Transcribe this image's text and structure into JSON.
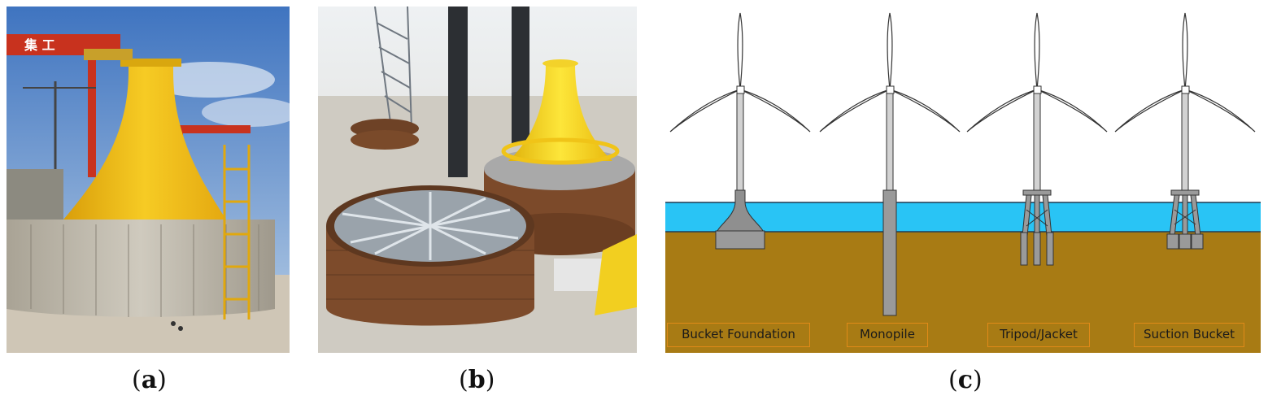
{
  "figure": {
    "captions": {
      "a": {
        "open": "(",
        "letter": "a",
        "close": ")"
      },
      "b": {
        "open": "(",
        "letter": "b",
        "close": ")"
      },
      "c": {
        "open": "(",
        "letter": "c",
        "close": ")"
      }
    },
    "photo_a": {
      "crane_sign": "集 工"
    },
    "diagram_c": {
      "labels": [
        "Bucket Foundation",
        "Monopile",
        "Tripod/Jacket",
        "Suction Bucket"
      ]
    }
  },
  "colors": {
    "sky": "#5b8ecf",
    "foundation_yellow": "#f2c21a",
    "concrete": "#bdb8ad",
    "rust": "#7a4a2a",
    "water": "#29c4f5",
    "seabed": "#a87b14",
    "label_border": "#e08a18",
    "steel_grey": "#9a9a9a"
  }
}
